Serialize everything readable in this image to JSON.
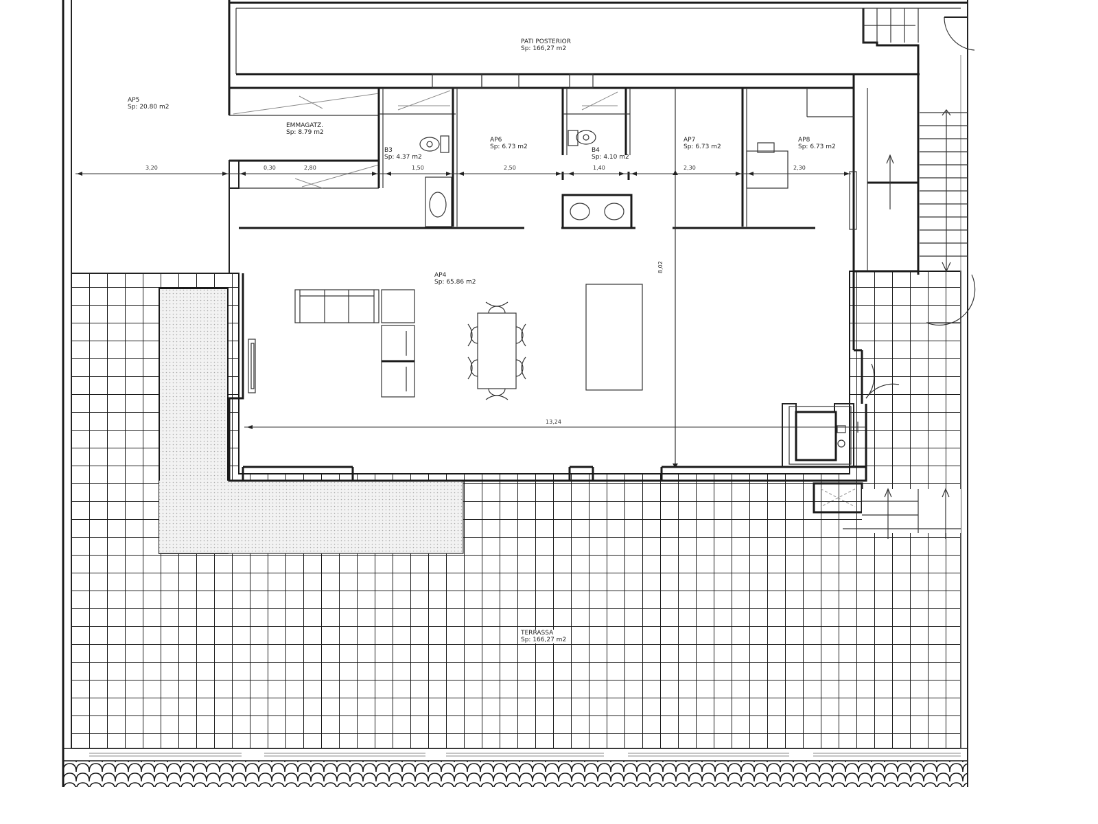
{
  "rooms": {
    "pati_posterior": {
      "name": "PATI POSTERIOR",
      "area": "Sp: 166,27 m2"
    },
    "ap5": {
      "name": "AP5",
      "area": "Sp: 20.80 m2"
    },
    "emmagatz": {
      "name": "EMMAGATZ.",
      "area": "Sp: 8.79 m2"
    },
    "b3": {
      "name": "B3",
      "area": "Sp: 4.37 m2"
    },
    "ap6": {
      "name": "AP6",
      "area": "Sp: 6.73 m2"
    },
    "b4": {
      "name": "B4",
      "area": "Sp: 4.10 m2"
    },
    "ap7": {
      "name": "AP7",
      "area": "Sp: 6.73 m2"
    },
    "ap8": {
      "name": "AP8",
      "area": "Sp: 6.73 m2"
    },
    "ap4": {
      "name": "AP4",
      "area": "Sp: 65.86 m2"
    },
    "terrassa": {
      "name": "TERRASSA",
      "area": "Sp: 166,27 m2"
    }
  },
  "dimensions": {
    "d1": "3,20",
    "d2": "0,30",
    "d3": "2,80",
    "d4": "1,50",
    "d5": "2,50",
    "d6": "1,40",
    "d7": "2,30",
    "d8": "2,30",
    "vertical": "8,02",
    "horizontal": "13,24"
  },
  "colors": {
    "line": "#1a1a1a",
    "background": "#ffffff",
    "hatch": "#bbbbbb"
  }
}
